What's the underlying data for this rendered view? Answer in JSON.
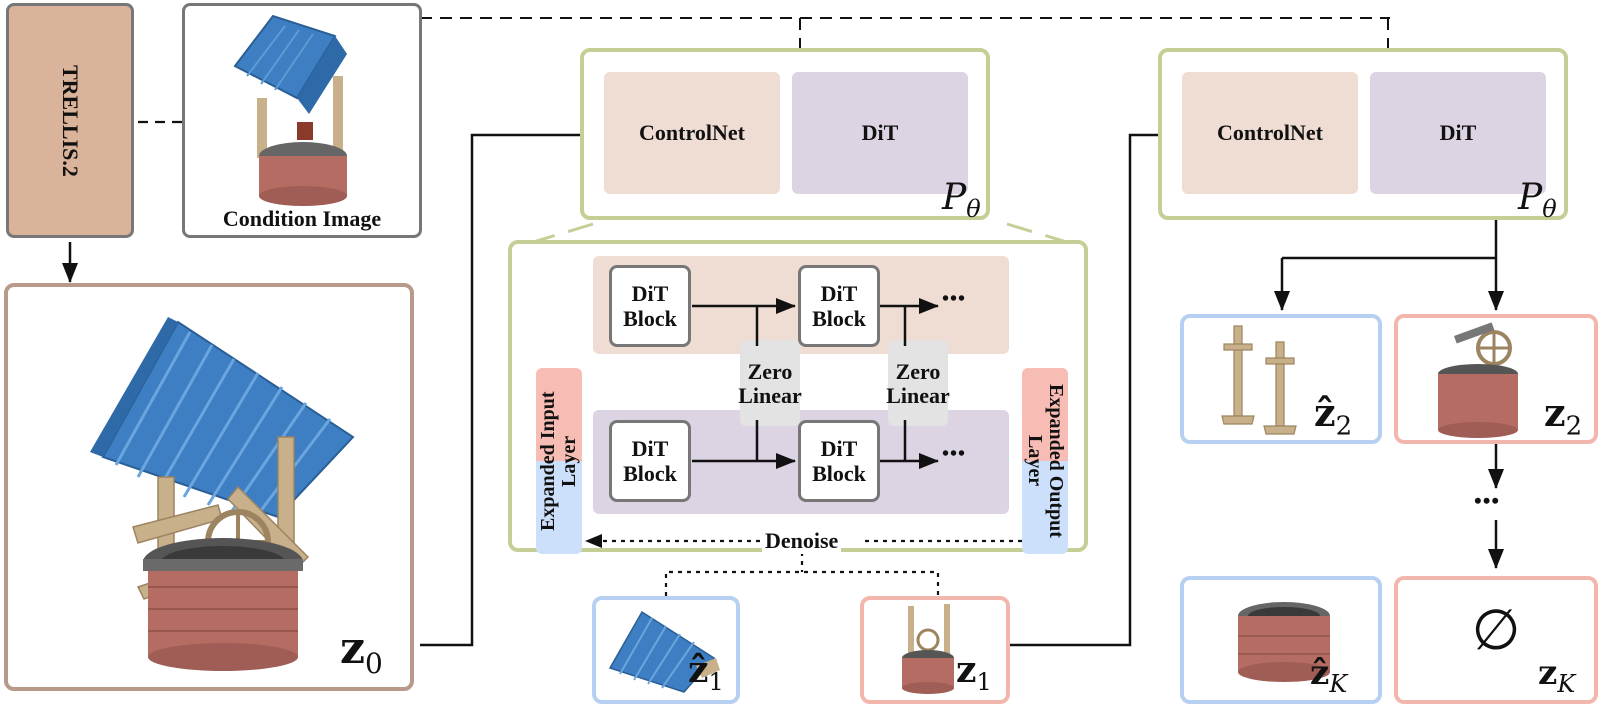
{
  "trellis": {
    "label": "TRELLIS.2"
  },
  "condition": {
    "caption": "Condition Image"
  },
  "model": {
    "controlnet_label": "ControlNet",
    "dit_label": "DiT",
    "p_symbol": "P",
    "p_subscript": "θ"
  },
  "inner": {
    "block_label_1": "DiT",
    "block_label_2": "Block",
    "zero_label_1": "Zero",
    "zero_label_2": "Linear",
    "ellipsis": "•••",
    "expanded_input_label": "Expanded Input Layer",
    "expanded_output_label": "Expanded Output Layer",
    "denoise_label": "Denoise"
  },
  "latents": {
    "z0": {
      "base": "z",
      "sub": "0"
    },
    "zhat1": {
      "base": "ẑ",
      "sub": "1"
    },
    "z1": {
      "base": "z",
      "sub": "1"
    },
    "zhat2": {
      "base": "ẑ",
      "sub": "2"
    },
    "z2": {
      "base": "z",
      "sub": "2"
    },
    "zhatK": {
      "base": "ẑ",
      "sub": "K"
    },
    "zK": {
      "base": "z",
      "sub": "K"
    },
    "empty_set": "∅",
    "vertical_ellipsis": "•••"
  },
  "colors": {
    "trellis_fill": "#d9b39a",
    "box_gray_border": "#777777",
    "z0_border": "#b8998a",
    "green_border": "#c3cf95",
    "controlnet_fill": "#efddd3",
    "dit_fill": "#dcd3e3",
    "blue_border": "#b7d0f1",
    "red_border": "#f3b6ad",
    "blue_fill": "#cde0fb",
    "red_fill": "#f7bcb3",
    "roof_blue": "#3d7fc2",
    "brick": "#b56c63",
    "wood": "#c8b08a"
  }
}
